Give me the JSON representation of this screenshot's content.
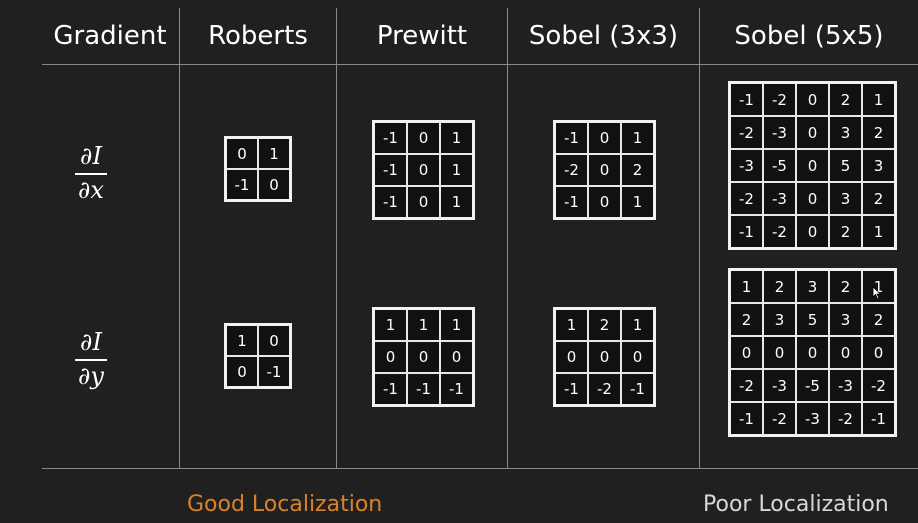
{
  "headers": [
    "Gradient",
    "Roberts",
    "Prewitt",
    "Sobel (3x3)",
    "Sobel (5x5)"
  ],
  "derivatives": {
    "dx": {
      "numerator": "∂I",
      "denominator": "∂x"
    },
    "dy": {
      "numerator": "∂I",
      "denominator": "∂y"
    }
  },
  "kernels": {
    "roberts_x": [
      [
        "0",
        "1"
      ],
      [
        "-1",
        "0"
      ]
    ],
    "roberts_y": [
      [
        "1",
        "0"
      ],
      [
        "0",
        "-1"
      ]
    ],
    "prewitt_x": [
      [
        "-1",
        "0",
        "1"
      ],
      [
        "-1",
        "0",
        "1"
      ],
      [
        "-1",
        "0",
        "1"
      ]
    ],
    "prewitt_y": [
      [
        "1",
        "1",
        "1"
      ],
      [
        "0",
        "0",
        "0"
      ],
      [
        "-1",
        "-1",
        "-1"
      ]
    ],
    "sobel3_x": [
      [
        "-1",
        "0",
        "1"
      ],
      [
        "-2",
        "0",
        "2"
      ],
      [
        "-1",
        "0",
        "1"
      ]
    ],
    "sobel3_y": [
      [
        "1",
        "2",
        "1"
      ],
      [
        "0",
        "0",
        "0"
      ],
      [
        "-1",
        "-2",
        "-1"
      ]
    ],
    "sobel5_x": [
      [
        "-1",
        "-2",
        "0",
        "2",
        "1"
      ],
      [
        "-2",
        "-3",
        "0",
        "3",
        "2"
      ],
      [
        "-3",
        "-5",
        "0",
        "5",
        "3"
      ],
      [
        "-2",
        "-3",
        "0",
        "3",
        "2"
      ],
      [
        "-1",
        "-2",
        "0",
        "2",
        "1"
      ]
    ],
    "sobel5_y": [
      [
        "1",
        "2",
        "3",
        "2",
        "1"
      ],
      [
        "2",
        "3",
        "5",
        "3",
        "2"
      ],
      [
        "0",
        "0",
        "0",
        "0",
        "0"
      ],
      [
        "-2",
        "-3",
        "-5",
        "-3",
        "-2"
      ],
      [
        "-1",
        "-2",
        "-3",
        "-2",
        "-1"
      ]
    ]
  },
  "footer": {
    "good": "Good Localization",
    "poor": "Poor Localization",
    "good_color": "#d9822b",
    "poor_color": "#d8d8d8"
  },
  "colors": {
    "background": "#202020",
    "text": "#ffffff",
    "grid": "#8a8a8a"
  }
}
